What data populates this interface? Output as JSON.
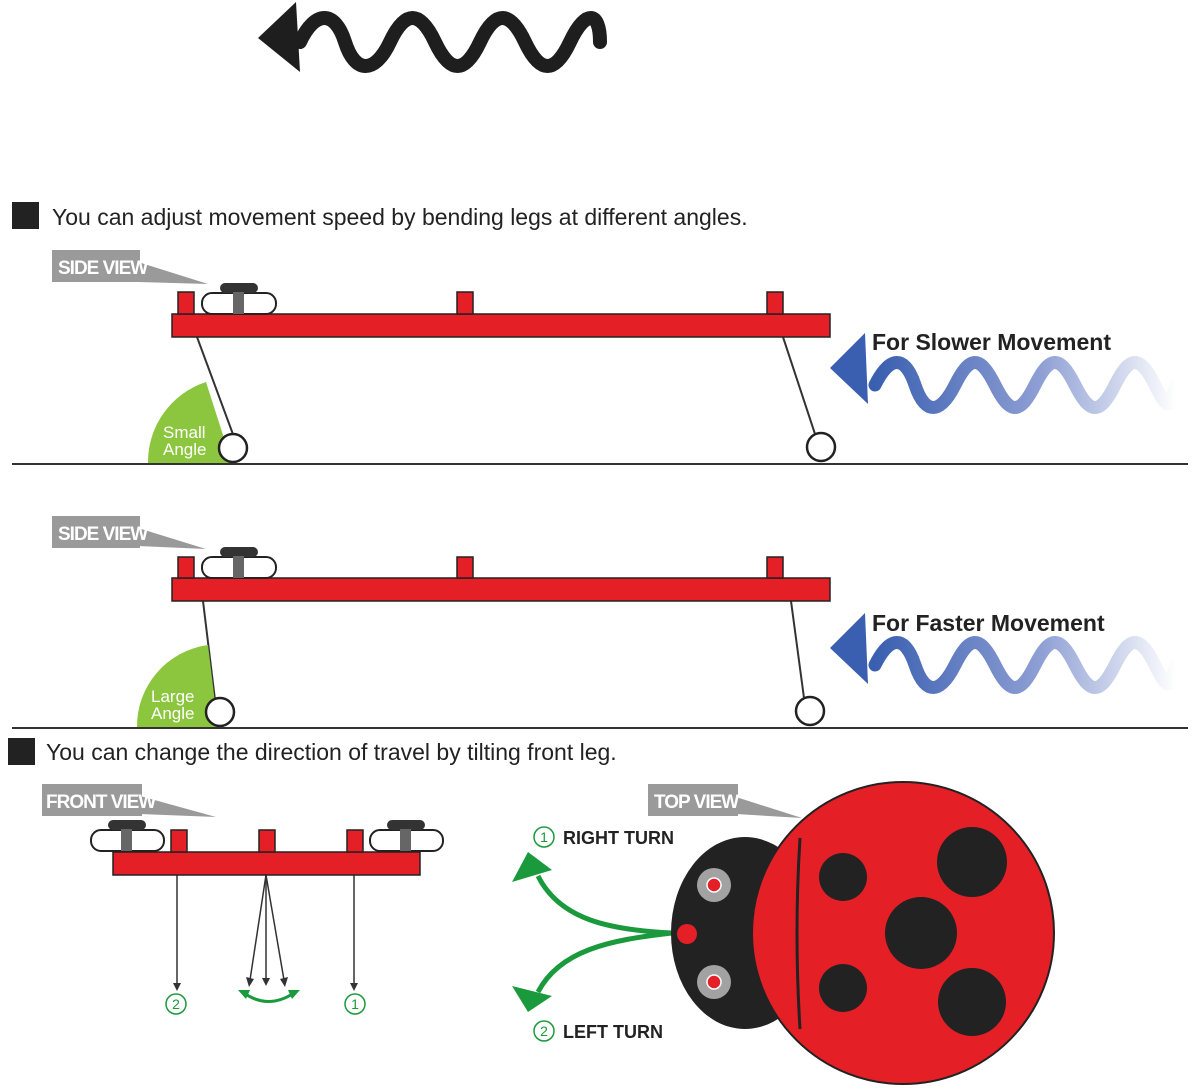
{
  "captions": {
    "speed": "You can adjust movement speed by bending legs at different angles.",
    "direction": "You can change the direction of travel by tilting front leg."
  },
  "tags": {
    "side_view_1": "SIDE VIEW",
    "side_view_2": "SIDE VIEW",
    "front_view": "FRONT VIEW",
    "top_view": "TOP VIEW"
  },
  "labels": {
    "slower": "For Slower Movement",
    "faster": "For Faster Movement",
    "small_angle_1": "Small",
    "small_angle_2": "Angle",
    "large_angle_1": "Large",
    "large_angle_2": "Angle",
    "right_turn": "RIGHT TURN",
    "left_turn": "LEFT TURN",
    "num_1": "1",
    "num_2": "2"
  },
  "colors": {
    "body_red": "#e51f26",
    "angle_green": "#8cc63f",
    "arrow_green": "#1a9a3c",
    "wave_blue": "#3a5fb0",
    "tag_gray": "#9a9a9a",
    "ink": "#222222"
  }
}
